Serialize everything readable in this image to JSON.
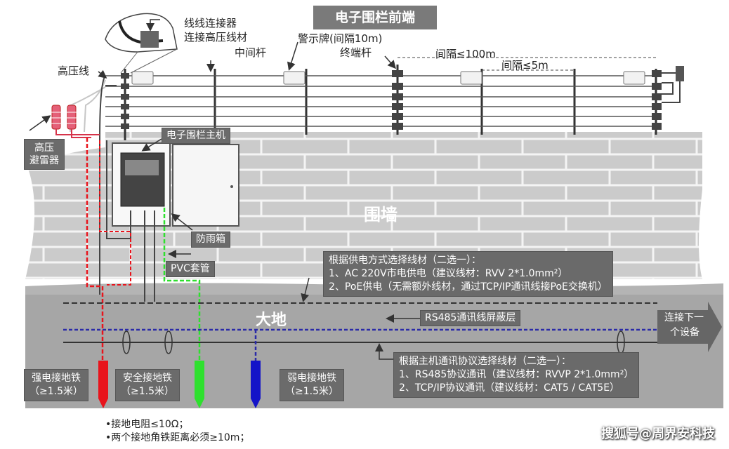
{
  "title": "电子围栏前端",
  "labels": {
    "connector": "线线连接器",
    "connector_hv": "连接高压线材",
    "middle_pole": "中间杆",
    "warning_sign": "警示牌(间隔10m)",
    "terminal_pole": "终端杆",
    "interval_100m": "间隔≤100m",
    "interval_5m": "间隔≤5m",
    "hv_line": "高压线",
    "arrester_1": "高压",
    "arrester_2": "避雷器",
    "host": "电子围栏主机",
    "rain_box": "防雨箱",
    "pvc": "PVC套管",
    "wall": "围墙",
    "ground": "大地",
    "rs485_shield": "RS485通讯线屏蔽层",
    "next_device_1": "连接下一",
    "next_device_2": "个设备",
    "strong_ground_1": "强电接地铁",
    "strong_ground_2": "（≥1.5米）",
    "safety_ground_1": "安全接地铁",
    "safety_ground_2": "（≥1.5米）",
    "weak_ground_1": "弱电接地铁",
    "weak_ground_2": "（≥1.5米）"
  },
  "power_box": {
    "heading": "根据供电方式选择线材（二选一）：",
    "opt1": "1、AC 220V市电供电（建议线材：RVV  2*1.0mm²）",
    "opt2": "2、PoE供电（无需额外线材，通过TCP/IP通讯线接PoE交换机）"
  },
  "comm_box": {
    "heading": "根据主机通讯协议选择线材（二选一）：",
    "opt1": "1、RS485协议通讯（建议线材：RVVP  2*1.0mm²）",
    "opt2": "2、TCP/IP协议通讯（建议线材：CAT5 / CAT5E）"
  },
  "notes": {
    "line1": "•接地电阻≤10Ω；",
    "line2": "•两个接地角铁距离必须≥10m；"
  },
  "watermark": "搜狐号@周界安科技",
  "colors": {
    "wall": "#c9c9c9",
    "ground": "#a8a8a8",
    "strong_ground": "#e8141c",
    "safety_ground": "#2ee02e",
    "weak_ground": "#1414c8",
    "hv_wire": "#d6334a",
    "rs485": "#2a2aa8"
  }
}
